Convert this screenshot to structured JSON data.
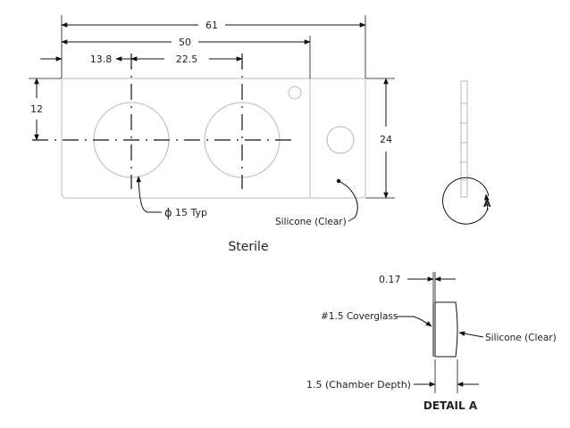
{
  "dimensions": {
    "overall_length": "61",
    "chamber_span": "50",
    "first_center": "13.8",
    "pitch": "22.5",
    "center_height": "12",
    "overall_height": "24",
    "hole_diameter": "15 Typ",
    "coverglass_thickness": "0.17",
    "chamber_depth": "1.5 (Chamber Depth)"
  },
  "symbols": {
    "diameter": "ϕ"
  },
  "notes": {
    "silicone_top": "Silicone (Clear)",
    "silicone_detail": "Silicone (Clear)",
    "coverglass": "#1.5 Coverglass",
    "sterile": "Sterile"
  },
  "detail": {
    "callout": "A",
    "title": "DETAIL A"
  },
  "colors": {
    "lines": "#111111",
    "part_outline": "#b8b8b8"
  }
}
